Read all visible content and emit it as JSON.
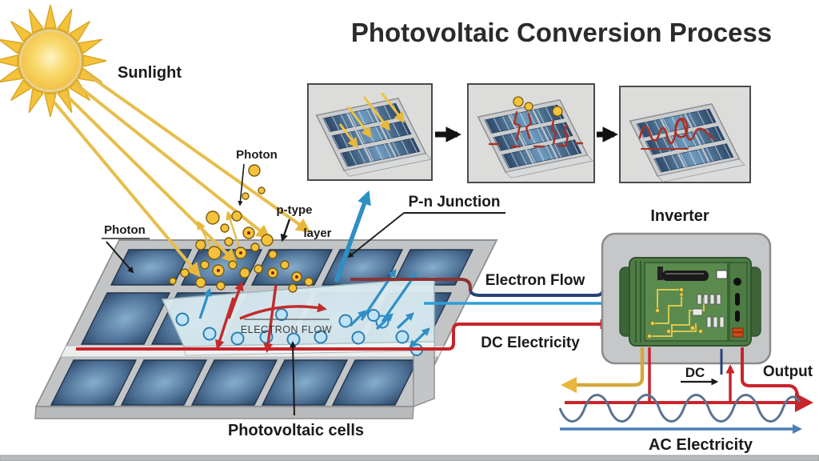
{
  "title": "Photovoltaic Conversion Process",
  "labels": {
    "sunlight": "Sunlight",
    "photon_top": "Photon",
    "photon_left": "Photon",
    "p_type": "p-type",
    "p_type_layer": "layer",
    "pn_junction": "P-n Junction",
    "electron_flow": "Electron Flow",
    "dc_electricity": "DC Electricity",
    "panel_flow": "ELECTRON FLOW",
    "photovoltaic_cells": "Photovoltaic cells",
    "inverter": "Inverter",
    "dc": "DC",
    "output": "Output",
    "ac_electricity": "AC Electricity"
  },
  "colors": {
    "sun": "#F3BC35",
    "ray": "#E6BE4C",
    "photon": "#F5C33B",
    "electron_fill": "#BFE3F5",
    "electron_stroke": "#2E7FB5",
    "arrow_red": "#C22B2B",
    "wire_red": "#C8242A",
    "wire_maroon": "#8B3434",
    "wire_navy": "#27427A",
    "wire_cyan": "#2B9FD8",
    "wire_yellow": "#D4A93C",
    "sine_wave": "#5A7390",
    "axis_blue": "#4A7FB5",
    "cell_dark": "#27405E",
    "cell_light": "#86AECB",
    "frame_gray": "#C6C7C8",
    "inverter_green": "#4E7C44",
    "pcb_green": "#5B8A4F",
    "trace_yellow": "#D8C84E"
  }
}
